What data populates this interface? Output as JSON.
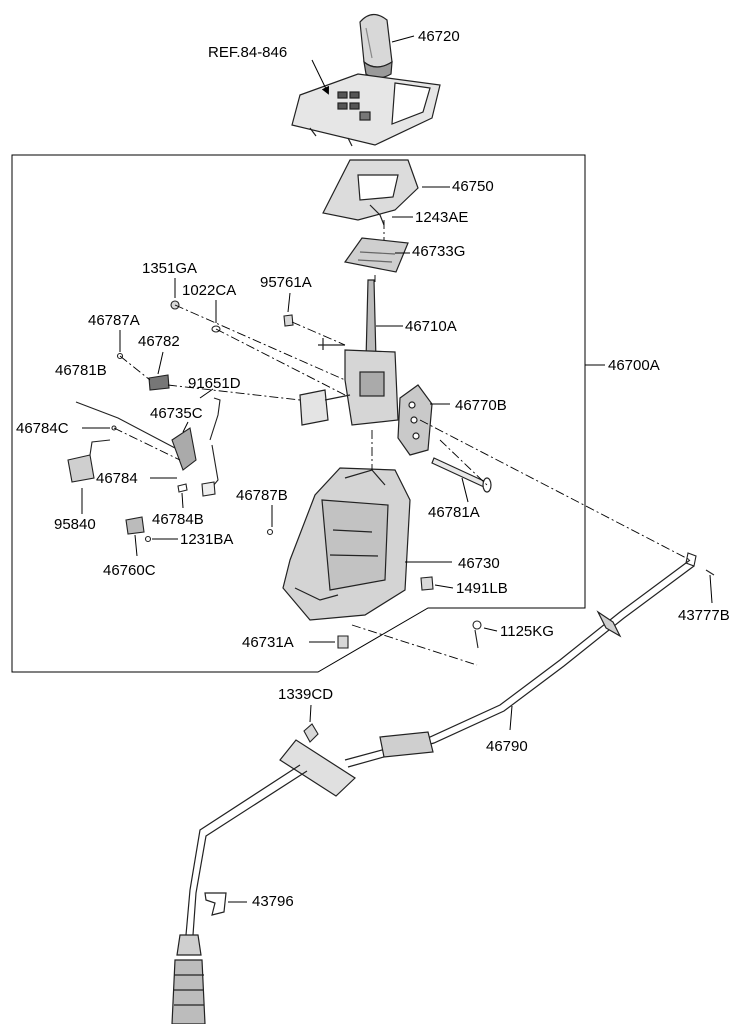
{
  "diagram": {
    "labels": {
      "p46720": "46720",
      "ref": "REF.84-846",
      "p46750": "46750",
      "p1243AE": "1243AE",
      "p46733G": "46733G",
      "p1351GA": "1351GA",
      "p1022CA": "1022CA",
      "p95761A": "95761A",
      "p46787A": "46787A",
      "p46710A": "46710A",
      "p46782": "46782",
      "p46781B": "46781B",
      "p91651D": "91651D",
      "p46700A": "46700A",
      "p46735C": "46735C",
      "p46770B": "46770B",
      "p46784C": "46784C",
      "p46784": "46784",
      "p46781A": "46781A",
      "p95840": "95840",
      "p46784B": "46784B",
      "p46787B": "46787B",
      "p1231BA": "1231BA",
      "p46730": "46730",
      "p46760C": "46760C",
      "p1491LB": "1491LB",
      "p43777B": "43777B",
      "p1125KG": "1125KG",
      "p46731A": "46731A",
      "p1339CD": "1339CD",
      "p46790": "46790",
      "p43796": "43796"
    }
  }
}
